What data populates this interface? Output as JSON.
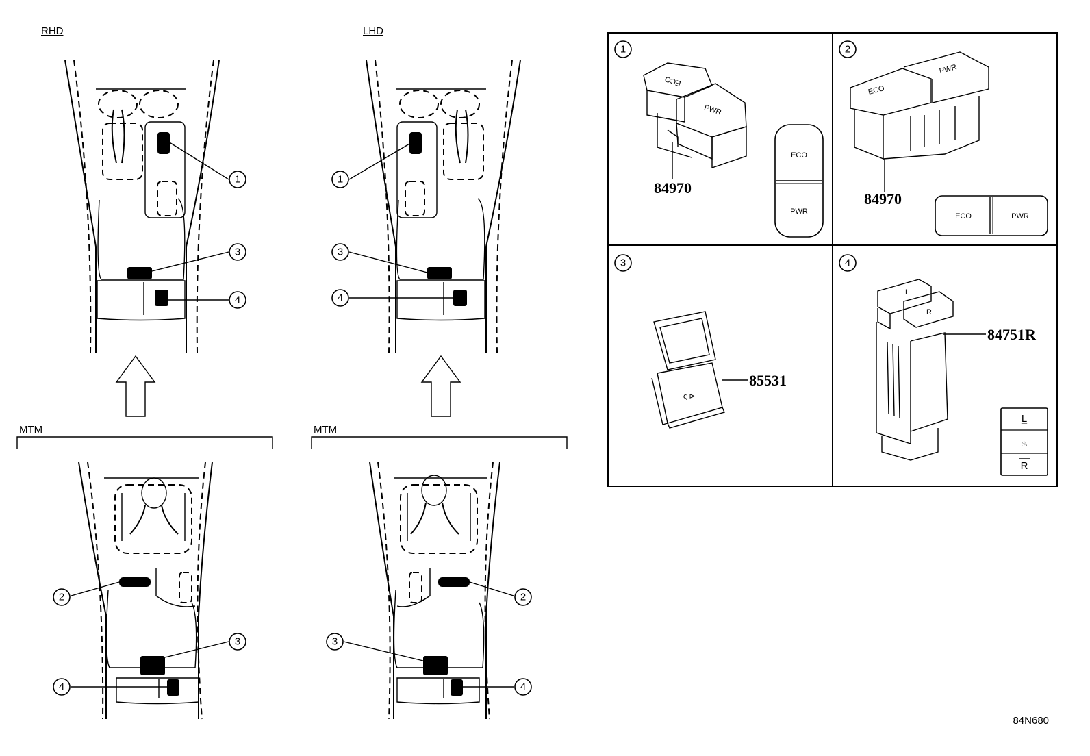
{
  "views": {
    "rhd_label": "RHD",
    "lhd_label": "LHD",
    "mtm_left_label": "MTM",
    "mtm_right_label": "MTM"
  },
  "callouts": {
    "c1": "1",
    "c2": "2",
    "c3": "3",
    "c4": "4"
  },
  "parts": {
    "p1_number": "84970",
    "p1_eco": "ECO",
    "p1_pwr": "PWR",
    "p2_number": "84970",
    "p2_eco": "ECO",
    "p2_pwr": "PWR",
    "p3_number": "85531",
    "p4_number": "84751R",
    "p4_l": "L",
    "p4_r": "R"
  },
  "diagram_code": "84N680"
}
